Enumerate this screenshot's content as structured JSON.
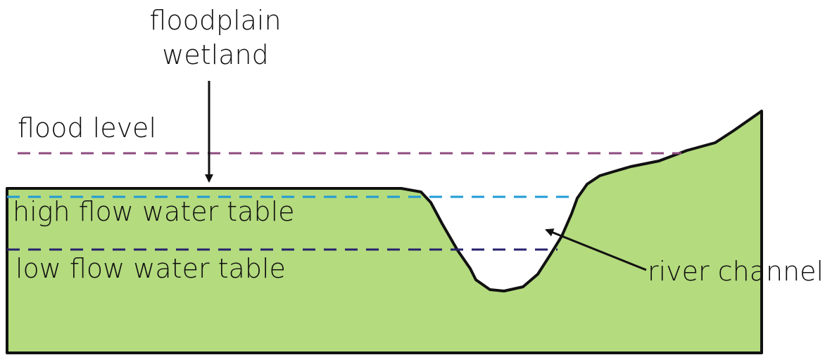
{
  "labels": {
    "floodplain_wetland_line1": "floodplain",
    "floodplain_wetland_line2": "wetland",
    "flood_level": "flood level",
    "high_flow_water_table": "high flow water table",
    "low_flow_water_table": "low flow water table",
    "river_channel": "river channel"
  },
  "colors": {
    "ground_fill": "#b4db7e",
    "outline": "#111111",
    "flood_level_line": "#8e4a7e",
    "high_flow_line": "#1f9bd6",
    "low_flow_line": "#26216d",
    "background": "#ffffff"
  },
  "annotations": [
    {
      "label": "floodplain wetland",
      "points_to": "floodplain surface"
    },
    {
      "label": "river channel",
      "points_to": "river channel bank"
    }
  ]
}
